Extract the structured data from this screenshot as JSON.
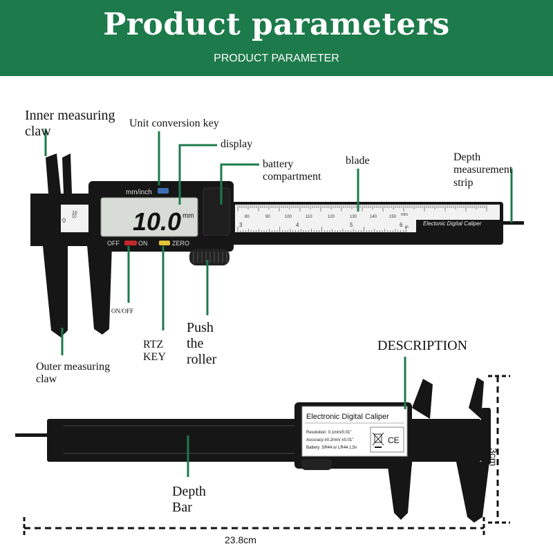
{
  "header": {
    "title": "Product parameters",
    "subtitle": "PRODUCT PARAMETER"
  },
  "labels": {
    "inner_claw": "Inner measuring claw",
    "unit_key": "Unit conversion key",
    "display": "display",
    "battery": "battery compartment",
    "blade": "blade",
    "depth_strip": "Depth measurement strip",
    "on_off": "ON/OFF",
    "rtz_key": "RTZ KEY",
    "push_roller": "Push the roller",
    "outer_claw": "Outer measuring claw",
    "description": "DESCRIPTION",
    "depth_bar": "Depth Bar",
    "width_dim": "23.8cm",
    "height_dim": "3cm"
  },
  "device": {
    "unit_label": "mm/inch",
    "reading": "10.0",
    "reading_unit": "mm",
    "btn_off": "OFF",
    "btn_on": "ON",
    "btn_zero": "ZERO",
    "blade_brand": "Electonic Digital Caliper",
    "scale_unit_top": "mm",
    "scale_unit_bottom": "in",
    "scale_mm_numbers": [
      "10",
      "80",
      "90",
      "100",
      "110",
      "120",
      "130",
      "140",
      "150"
    ],
    "scale_in_numbers": [
      "3",
      "4",
      "5",
      "6"
    ],
    "jaw_scale_left": [
      "0",
      "10"
    ]
  },
  "back_label": {
    "title": "Electronic  Digital Caliper",
    "resolution": "Resolution: 0.1mm/0.01\"",
    "accuracy": "Accuracy:±0.2mm/ ±0.01\"",
    "battery": "Battery: SR44 or LR44 1.5v",
    "ce": "CE"
  },
  "colors": {
    "header_green": "#1d7a4b",
    "pointer_green": "#1d7a4b",
    "body_black": "#161616",
    "lcd_bg": "#d7dcd6",
    "on_red": "#c0282b",
    "zero_yellow": "#e3c23a"
  }
}
